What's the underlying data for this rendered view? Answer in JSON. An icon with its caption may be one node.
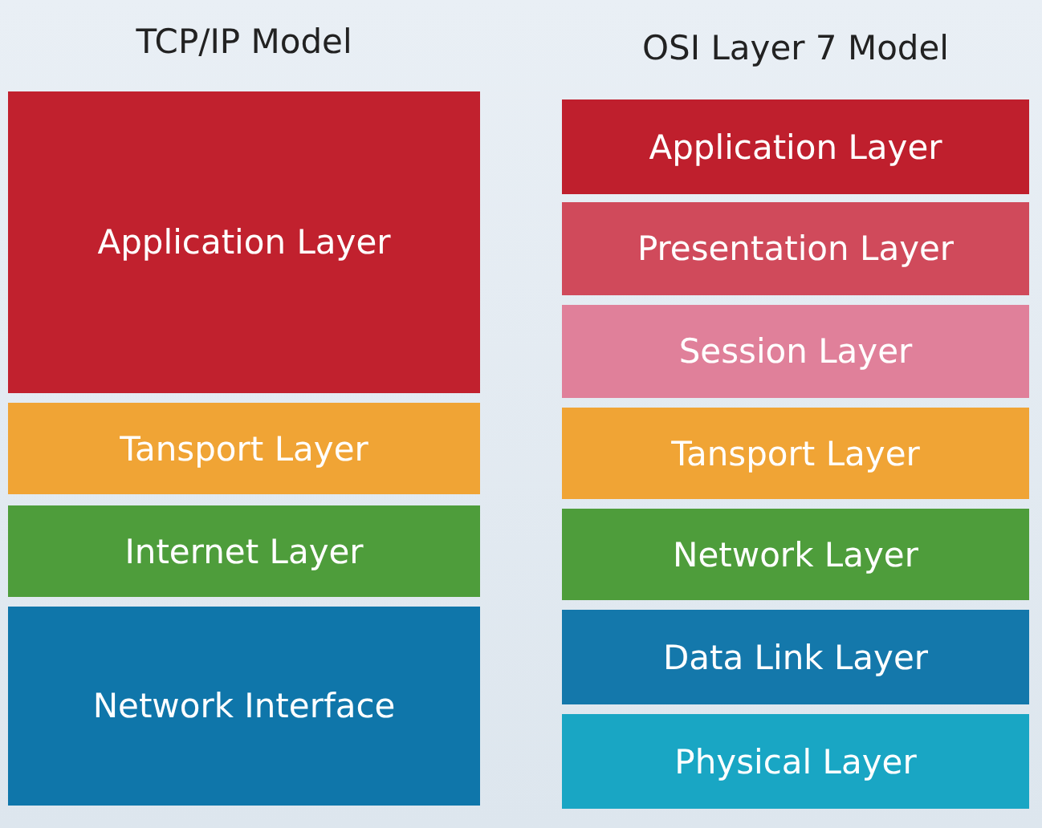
{
  "diagram": {
    "nodes": [
      {
        "text": [
          "Application Layer"
        ]
      },
      {
        "text": [
          "Tansport Layer"
        ]
      },
      {
        "text": [
          "Internet Layer"
        ]
      },
      {
        "text": [
          "Network Interface"
        ]
      },
      {
        "text": [
          "Application Layer"
        ]
      },
      {
        "text": [
          "Presentation Layer"
        ]
      },
      {
        "text": [
          "Session Layer"
        ]
      },
      {
        "text": [
          "Tansport Layer"
        ]
      },
      {
        "text": [
          "Network Layer"
        ]
      },
      {
        "text": [
          "Data Link Layer"
        ]
      },
      {
        "text": [
          "Physical Layer"
        ]
      }
    ],
    "labels": [
      "TCP/IP Model",
      "OSI Layer 7 Model"
    ]
  }
}
